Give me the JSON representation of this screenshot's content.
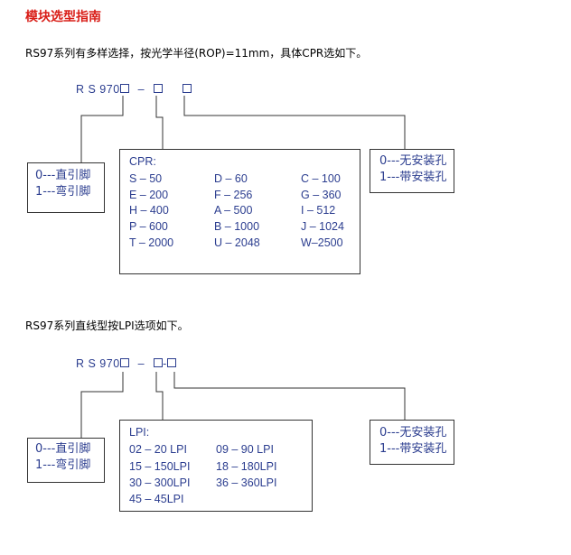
{
  "title": "模块选型指南",
  "section1": {
    "intro": "RS97系列有多样选择，按光学半径(ROP)=11mm，具体CPR选如下。",
    "code_prefix": "R S 970",
    "dash1": "–",
    "left_box": [
      "0---直引脚",
      "1---弯引脚"
    ],
    "right_box": [
      "0---无安装孔",
      "1---带安装孔"
    ],
    "cpr_label": "CPR:",
    "cpr_items": [
      "S – 50",
      "D – 60",
      "C – 100",
      "E – 200",
      "F – 256",
      "G – 360",
      "H – 400",
      "A – 500",
      "I – 512",
      "P – 600",
      "B – 1000",
      "J – 1024",
      "T – 2000",
      "U – 2048",
      "W–2500"
    ]
  },
  "section2": {
    "intro": "RS97系列直线型按LPI选项如下。",
    "code_prefix": "R S 970",
    "dash1": "–",
    "dash2": "-",
    "left_box": [
      "0---直引脚",
      "1---弯引脚"
    ],
    "right_box": [
      "0---无安装孔",
      "1---带安装孔"
    ],
    "lpi_label": "LPI:",
    "lpi_items": [
      "02 – 20 LPI",
      "09 – 90 LPI",
      "15 – 150LPI",
      "18 – 180LPI",
      "30 – 300LPI",
      "36 – 360LPI",
      "45 – 45LPI"
    ]
  }
}
